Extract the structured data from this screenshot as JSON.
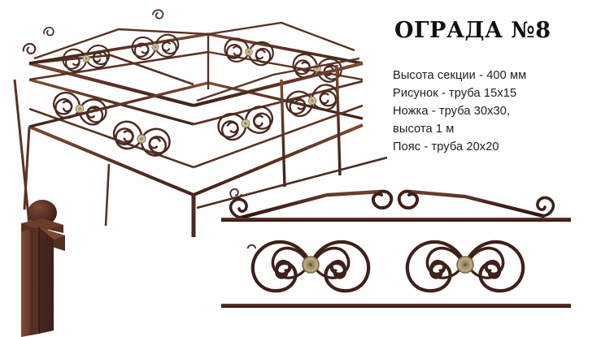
{
  "product": {
    "title": "ОГРАДА №8",
    "specs": [
      "Высота секции - 400 мм",
      "Рисунок - труба 15х15",
      "Ножка - труба 30х30,",
      "высота 1 м",
      "Пояс - труба 20х20"
    ]
  },
  "images": {
    "fence_perspective_alt": "Кованая ограда №8 — вид в перспективе",
    "post_closeup_alt": "Ножка ограды — труба 30х30 с шаром",
    "section_detail_alt": "Секция ограды — рисунок из завитков с розетками"
  },
  "colors": {
    "metal_dark": "#4b2a20",
    "metal_mid": "#6b3b2b",
    "metal_light": "#8a5640",
    "rosette": "#cfc0a0",
    "rosette_dark": "#9c8c68",
    "post_base": "#6a3b2c",
    "post_speckle": "#8d5a40",
    "background": "#ffffff",
    "text": "#202020",
    "title": "#111111"
  }
}
